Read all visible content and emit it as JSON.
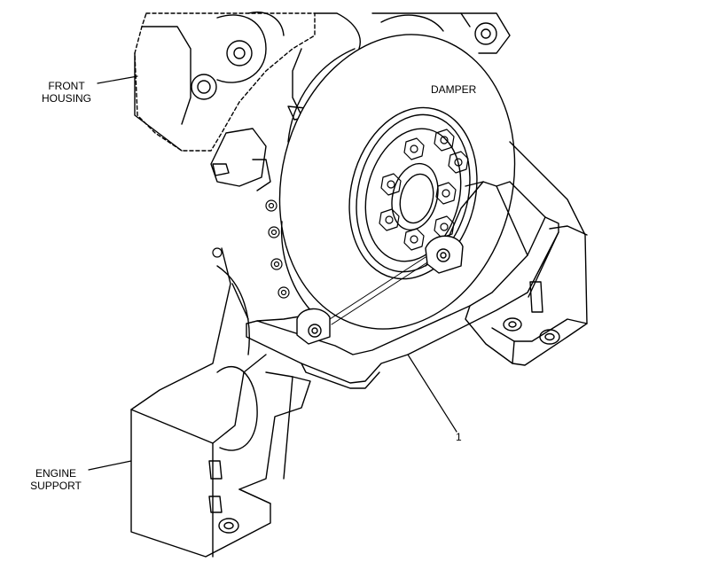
{
  "labels": {
    "front_housing": [
      "FRONT",
      "HOUSING"
    ],
    "damper": "DAMPER",
    "engine_support": [
      "ENGINE",
      "SUPPORT"
    ],
    "callout": "1"
  },
  "colors": {
    "ink": "#000000",
    "paper": "#ffffff"
  }
}
